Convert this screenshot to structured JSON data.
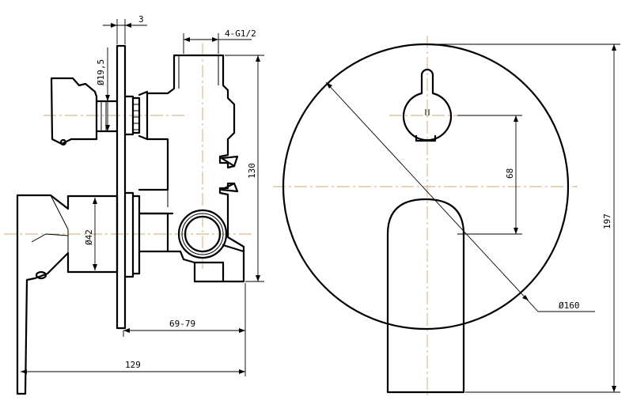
{
  "dimensions": {
    "plate_thickness": "3",
    "thread": "4-G1/2",
    "knob_diameter": "Ø19,5",
    "height_130": "130",
    "handle_diameter": "Ø42",
    "depth_69_79": "69-79",
    "depth_129": "129",
    "spacing_68": "68",
    "plate_diameter": "Ø160",
    "height_197": "197"
  },
  "colors": {
    "line": "#000000",
    "centerline": "#c8a870",
    "background": "#ffffff"
  }
}
